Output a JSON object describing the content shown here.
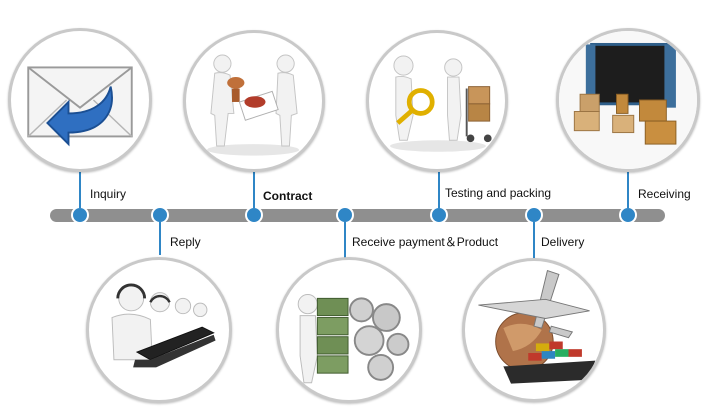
{
  "steps": [
    {
      "label": "Inquiry",
      "icon": "envelope-reply-icon"
    },
    {
      "label": "Reply",
      "icon": "call-center-operators-icon"
    },
    {
      "label": "Contract",
      "icon": "stamp-contract-icon"
    },
    {
      "label": "Receive payment＆Product",
      "icon": "money-gears-icon"
    },
    {
      "label": "Testing and packing",
      "icon": "inspection-boxes-icon"
    },
    {
      "label": "Delivery",
      "icon": "plane-ship-globe-icon"
    },
    {
      "label": "Receiving",
      "icon": "container-boxes-icon"
    }
  ],
  "colors": {
    "node": "#2f86c6",
    "bar": "#8f8f8f",
    "bubble_border": "#c9c9c9",
    "envelope_arrow": "#2f6fc1"
  }
}
